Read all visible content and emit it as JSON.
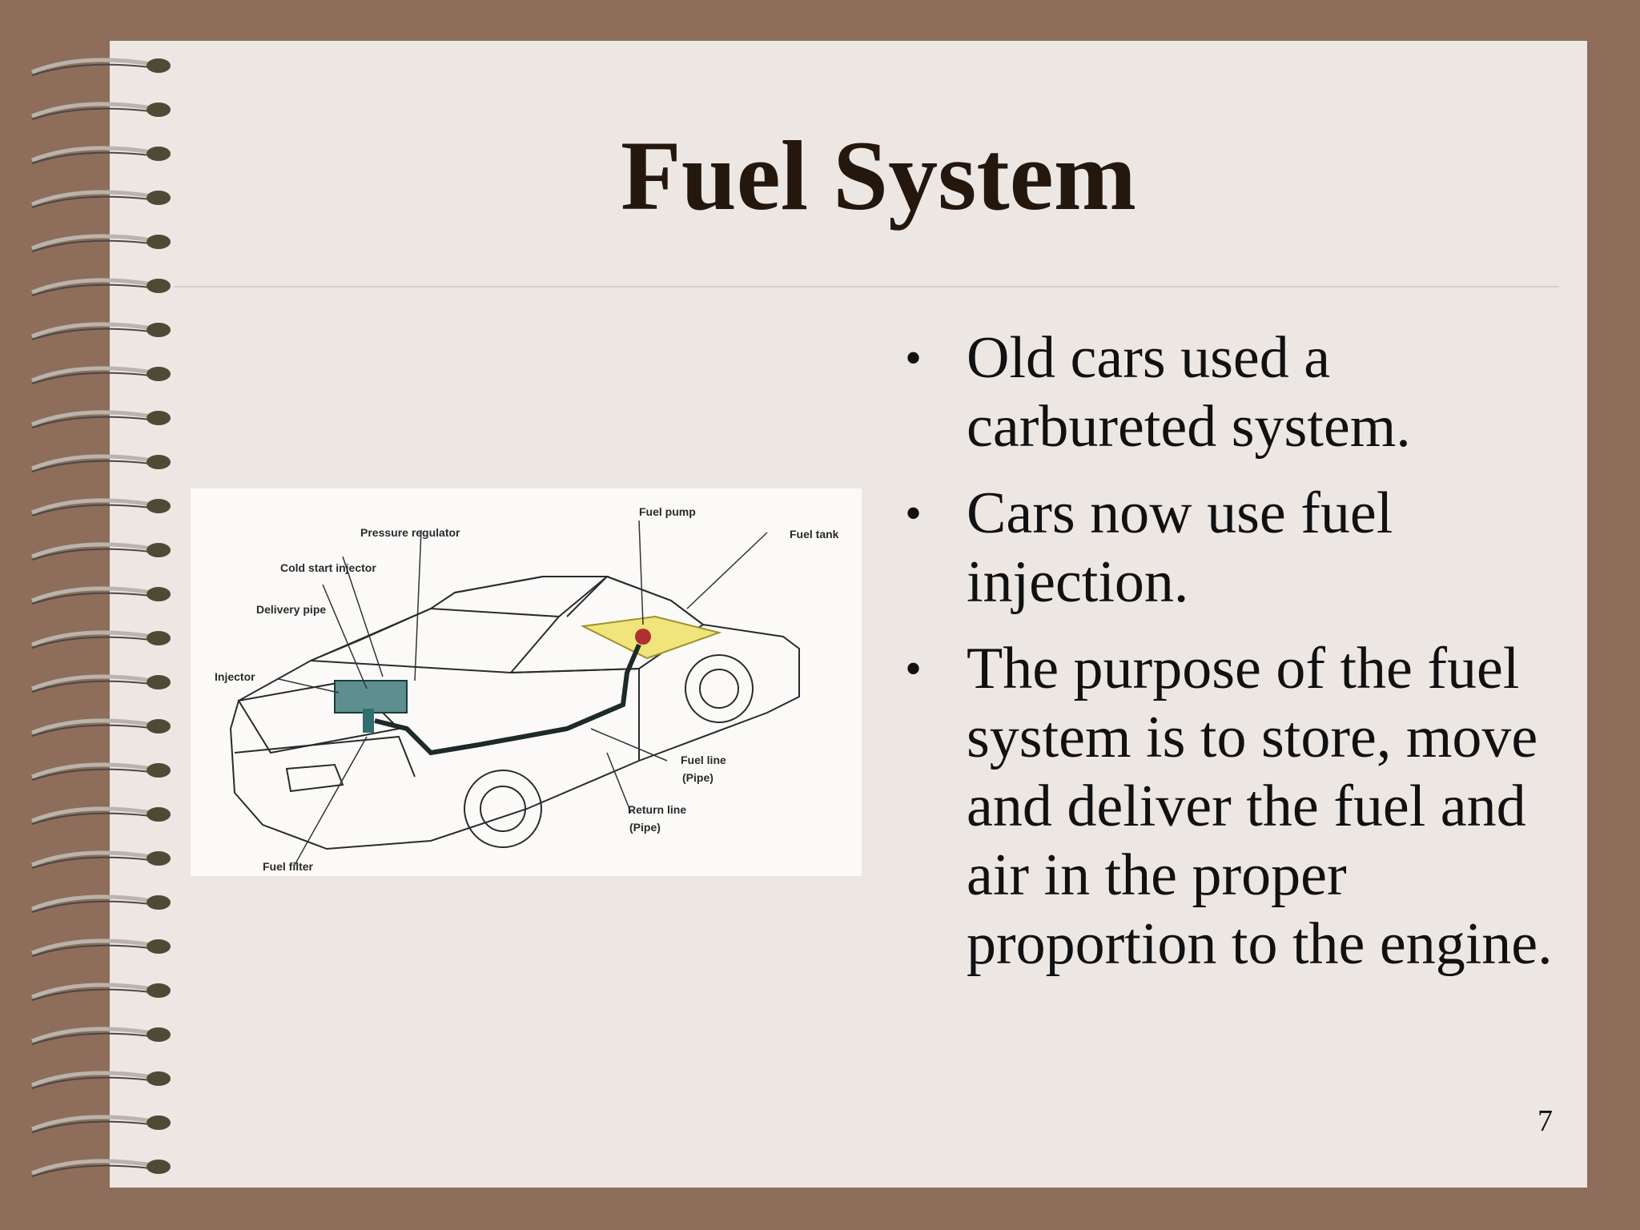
{
  "slide": {
    "title": "Fuel System",
    "page_number": "7"
  },
  "bullets": [
    "Old cars used a carbureted system.",
    "Cars now use fuel injection.",
    "The purpose of the fuel system is to store, move and deliver the fuel and air in the proper proportion to the engine."
  ],
  "figure": {
    "labels": {
      "fuel_pump": "Fuel pump",
      "pressure_regulator": "Pressure regulator",
      "fuel_tank": "Fuel tank",
      "cold_start_injector": "Cold start injector",
      "delivery_pipe": "Delivery pipe",
      "injector": "Injector",
      "fuel_line": "Fuel line",
      "fuel_line_sub": "(Pipe)",
      "return_line": "Return line",
      "return_line_sub": "(Pipe)",
      "fuel_filter": "Fuel filter"
    }
  },
  "colors": {
    "background": "#8e6d5a",
    "page": "#ede7e4",
    "title": "#24170e",
    "tank": "#efe57a"
  }
}
